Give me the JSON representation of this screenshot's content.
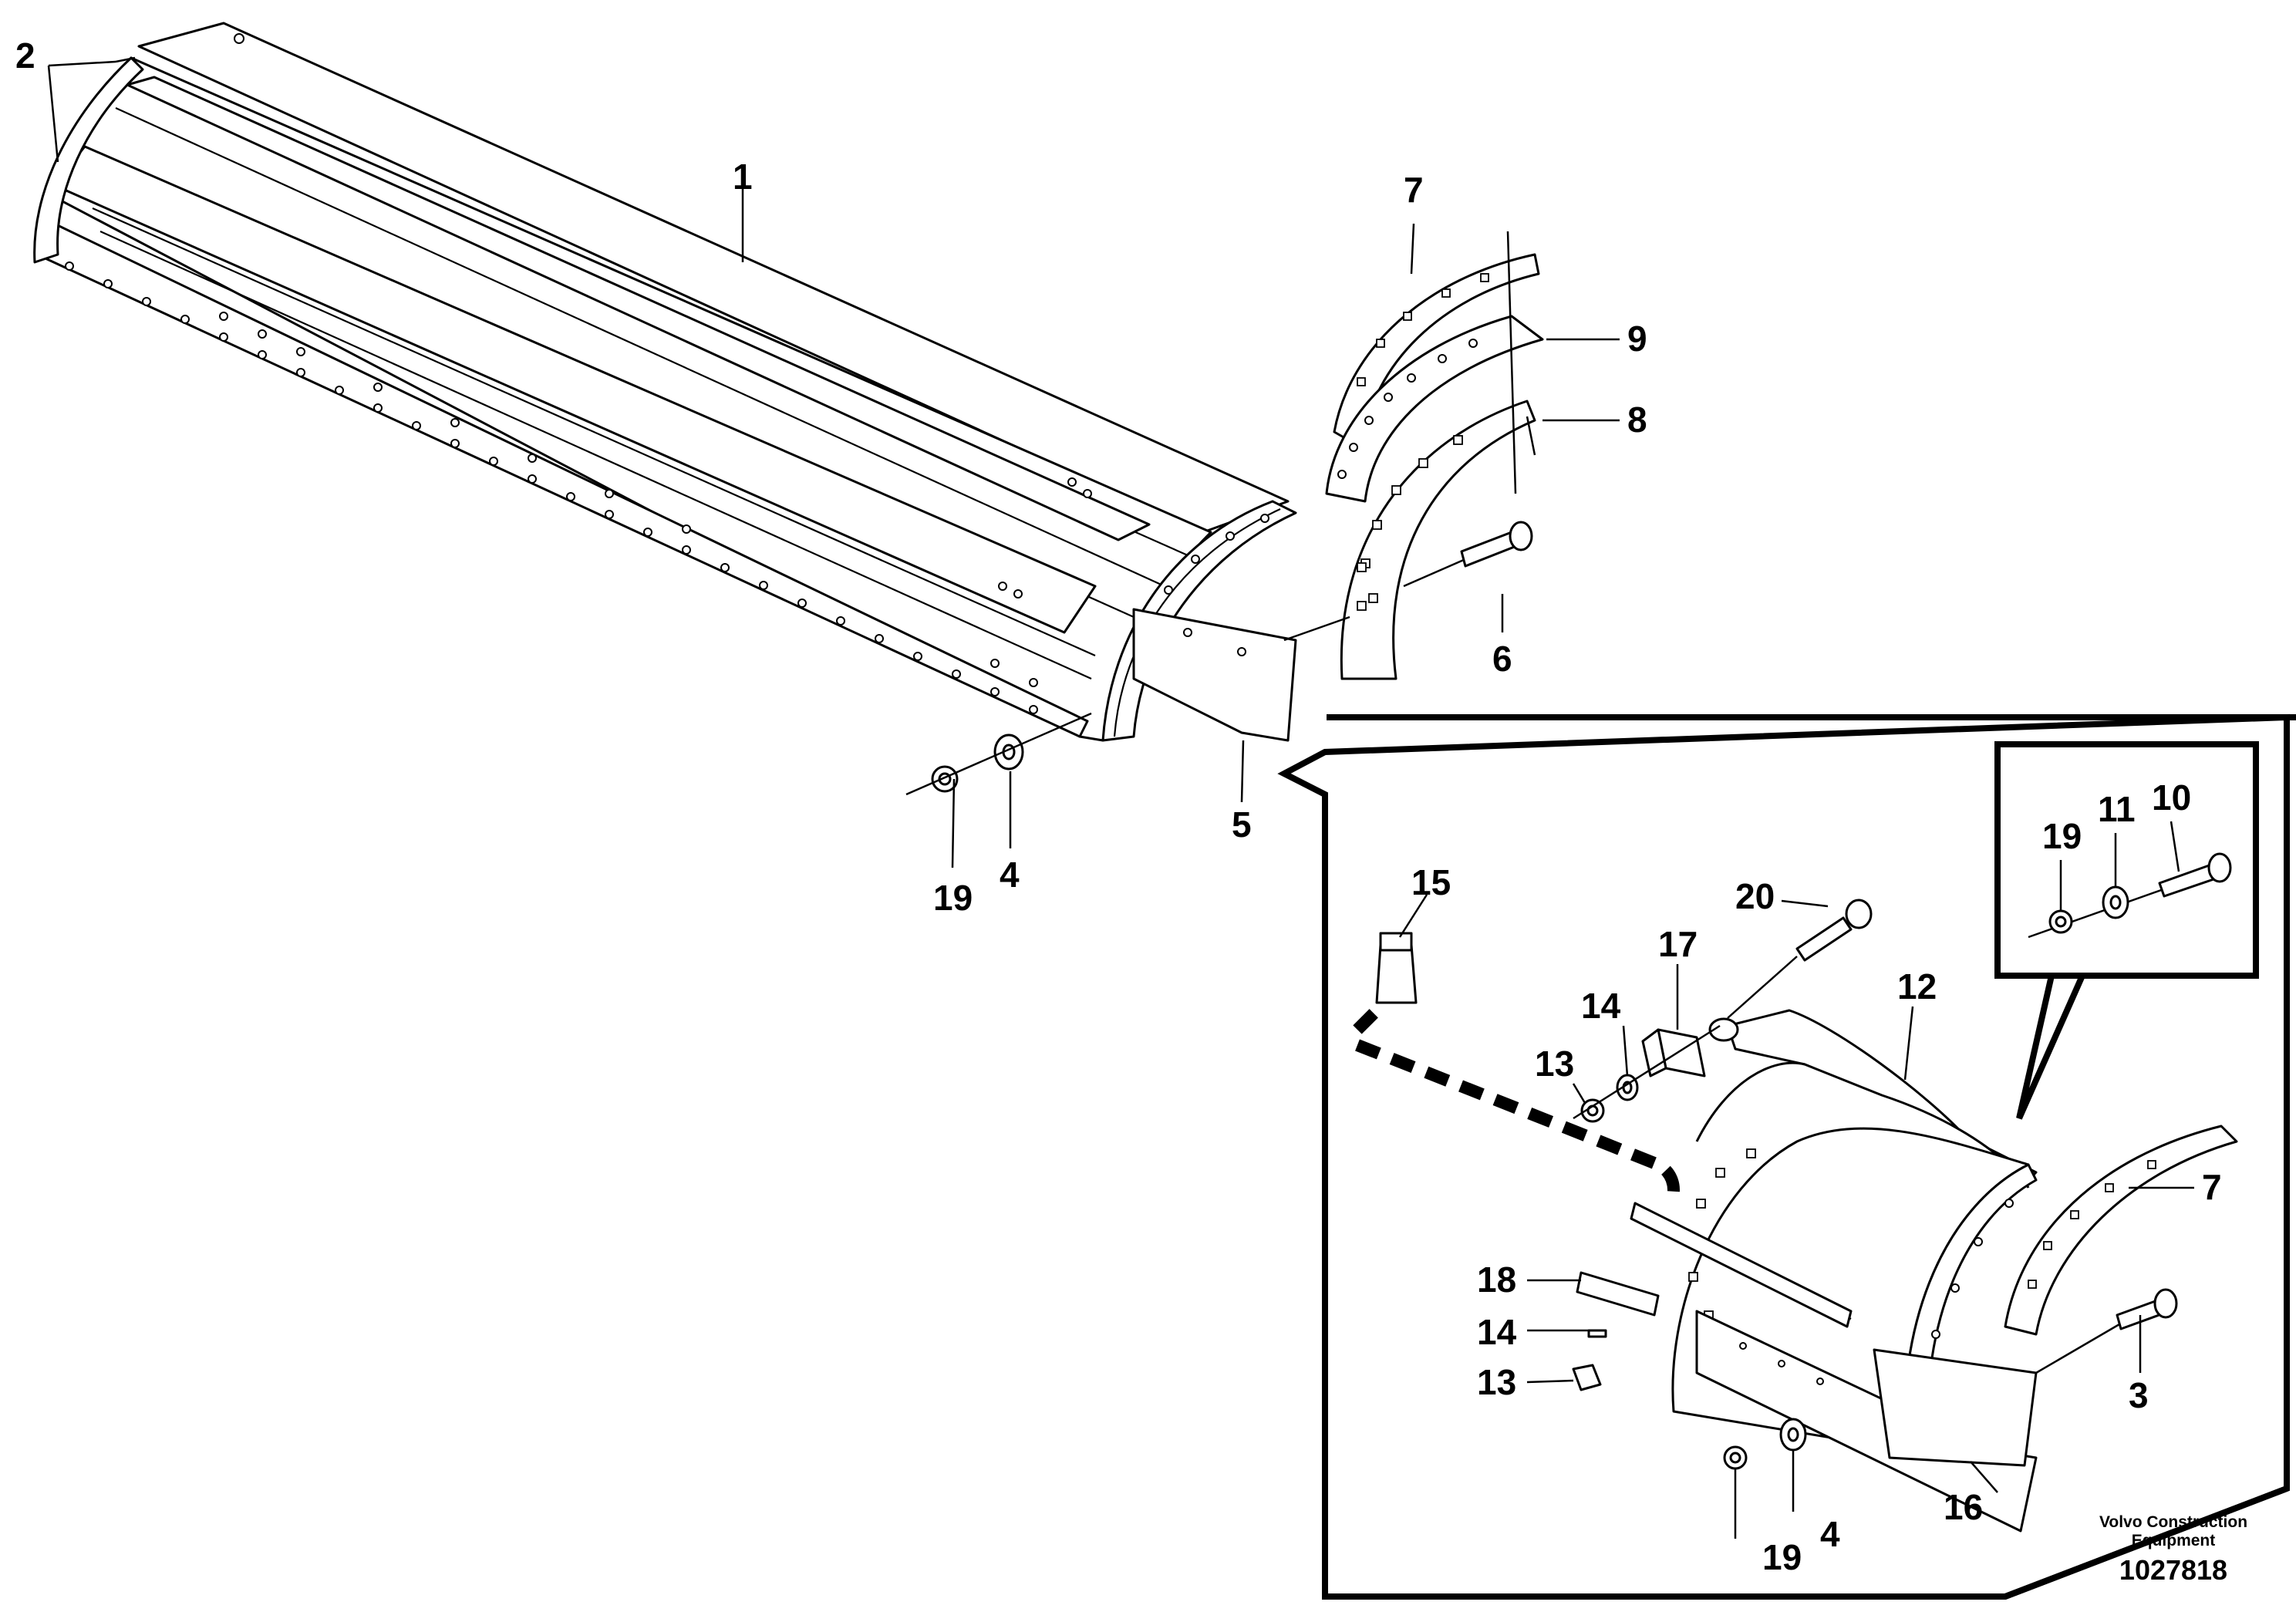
{
  "callouts": {
    "c1": "1",
    "c2": "2",
    "c3": "3",
    "c4a": "4",
    "c4b": "4",
    "c5": "5",
    "c6": "6",
    "c7a": "7",
    "c7b": "7",
    "c8": "8",
    "c9": "9",
    "c10": "10",
    "c11": "11",
    "c12": "12",
    "c13a": "13",
    "c13b": "13",
    "c14a": "14",
    "c14b": "14",
    "c15": "15",
    "c16": "16",
    "c17": "17",
    "c18": "18",
    "c19a": "19",
    "c19b": "19",
    "c19c": "19",
    "c20": "20"
  },
  "footer": {
    "brand_line1": "Volvo Construction",
    "brand_line2": "Equipment",
    "doc_number": "1027818"
  }
}
